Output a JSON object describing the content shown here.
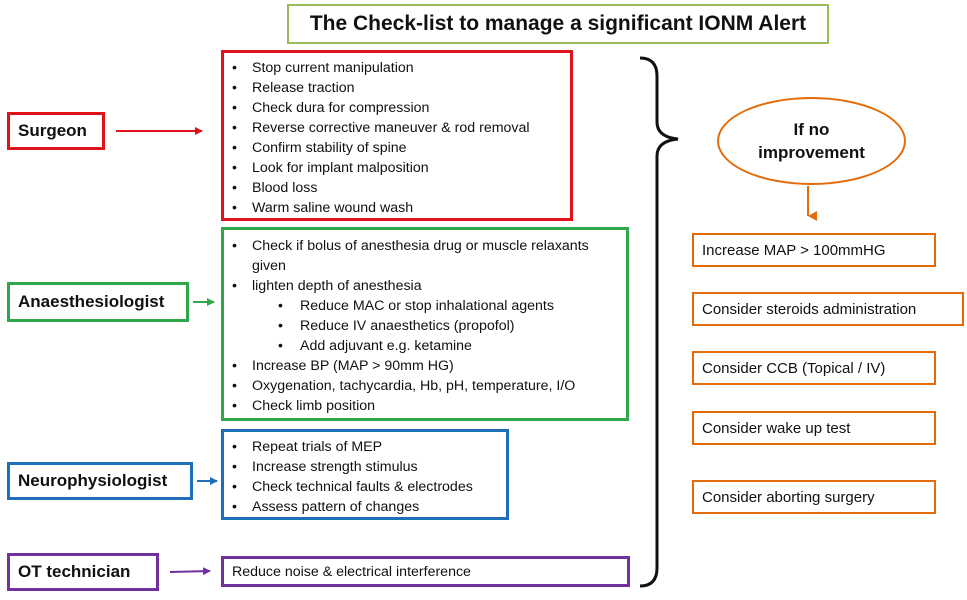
{
  "title": "The Check-list to manage a significant IONM Alert",
  "roles": {
    "surgeon": "Surgeon",
    "anaesthesiologist": "Anaesthesiologist",
    "neurophysiologist": "Neurophysiologist",
    "ot_technician": "OT technician"
  },
  "surgeon_items": [
    "Stop current manipulation",
    "Release traction",
    "Check dura for compression",
    "Reverse corrective maneuver & rod removal",
    "Confirm stability of spine",
    "Look for implant malposition",
    "Blood loss",
    "Warm saline wound wash"
  ],
  "anaesthesiologist_items": [
    "Check if bolus of anesthesia drug or  muscle relaxants given",
    "lighten depth of anesthesia",
    "Reduce MAC or stop inhalational agents",
    "Reduce IV anaesthetics (propofol)",
    "Add adjuvant e.g. ketamine",
    "Increase BP (MAP > 90mm HG)",
    "Oxygenation, tachycardia, Hb, pH, temperature, I/O",
    "Check limb position"
  ],
  "neurophysiologist_items": [
    "Repeat trials of MEP",
    "Increase strength stimulus",
    "Check technical faults & electrodes",
    "Assess pattern of changes"
  ],
  "ot_technician_item": "Reduce noise & electrical interference",
  "if_no_improvement": {
    "line1": "If no",
    "line2": "improvement"
  },
  "actions": [
    "Increase MAP > 100mmHG",
    "Consider steroids administration",
    "Consider CCB (Topical / IV)",
    "Consider wake up test",
    "Consider aborting surgery"
  ],
  "colors": {
    "title_border": "#9bbb59",
    "surgeon": "#e0131a",
    "anaesthesiologist": "#2ea84a",
    "neurophysiologist": "#1f6fb8",
    "ot_technician": "#7030a0",
    "actions": "#e36c09"
  }
}
